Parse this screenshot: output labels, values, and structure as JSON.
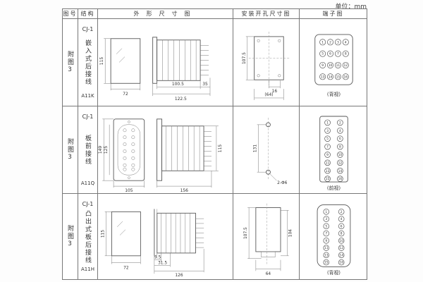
{
  "unit_label": "单位：mm",
  "headers": {
    "fig": "图号",
    "structure": "结构",
    "outline": "外形尺寸图",
    "install": "安装开孔尺寸图",
    "terminal": "端子图"
  },
  "rows": [
    {
      "fig_no": "附图3",
      "model": "CJ-1",
      "mount": "嵌入式后接线",
      "code": "A11K",
      "outline": {
        "front_h": "115",
        "front_w": "72",
        "body_w": "100.5",
        "total_w": "122.5",
        "pin_len": "35"
      },
      "install": {
        "h": "107.5",
        "slot": "16",
        "w": "(64)"
      },
      "terminal": {
        "view": "(背视)",
        "pins": [
          "1",
          "2",
          "3",
          "4",
          "5",
          "6",
          "7",
          "8",
          "9",
          "10",
          "11",
          "12",
          "13",
          "14",
          "15",
          "16"
        ]
      }
    },
    {
      "fig_no": "附图3",
      "model": "CJ-1",
      "mount": "板前接线",
      "code": "A11Q",
      "outline": {
        "front_h": "149",
        "inner_h": "125",
        "front_w": "105",
        "total_w": "156",
        "side_h": "115"
      },
      "install": {
        "h": "131",
        "holes": "2-Φ6"
      },
      "terminal": {
        "view": "(前视)",
        "pins": [
          "1",
          "2",
          "3",
          "4",
          "5",
          "6",
          "7",
          "8",
          "9",
          "10",
          "11",
          "12",
          "13",
          "14",
          "15",
          "16"
        ]
      }
    },
    {
      "fig_no": "附图3",
      "model": "CJ-1",
      "mount": "凸出式板后接线",
      "code": "A11H",
      "outline": {
        "front_h": "115",
        "front_w": "72",
        "d1": "9.5",
        "d2": "31.5",
        "total_w": "126"
      },
      "install": {
        "h": "107.5",
        "h2": "104",
        "w": "64"
      },
      "terminal": {
        "view": "(背视)",
        "pins": [
          "1",
          "2",
          "3",
          "4",
          "5",
          "6",
          "7",
          "8",
          "9",
          "10",
          "11",
          "12",
          "13",
          "14",
          "15",
          "16"
        ]
      }
    }
  ]
}
